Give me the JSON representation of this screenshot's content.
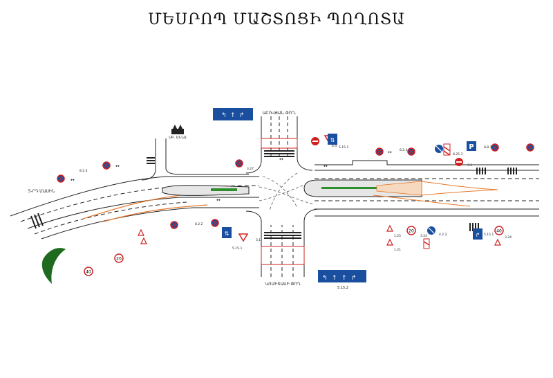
{
  "title": "ՄԵՍՐՈՊ ՄԱՇՏՈՑԻ ՊՈՂՈՏԱ",
  "street_labels": {
    "north": "ԱԲՈՎՅԱՆ ՓՈՂ.",
    "south": "ԿՈՄԻՏԱՍԻ ՓՈՂ.",
    "left": "5-ՐԴ ՄԱՍԻՆ"
  },
  "landmark": {
    "icon": "church-icon",
    "label": "ՍԲ. ԱՆՆԱ"
  },
  "sign_codes": [
    "5.15.2",
    "3.27",
    "3.1",
    "5.15.1",
    "8.2.4",
    "8.2.2",
    "3.24",
    "1.25",
    "1.21",
    "4.2.2",
    "8.8.1",
    "8.25.3",
    "6.4"
  ],
  "sign_values": {
    "speed_20": "20",
    "speed_40": "40"
  },
  "colors": {
    "road_line": "#222222",
    "marking_orange": "#e8782a",
    "marking_red": "#d02020",
    "sign_blue": "#1a4fa0",
    "median_green": "#2f8f2f",
    "median_dark_green": "#1e6a1e"
  }
}
